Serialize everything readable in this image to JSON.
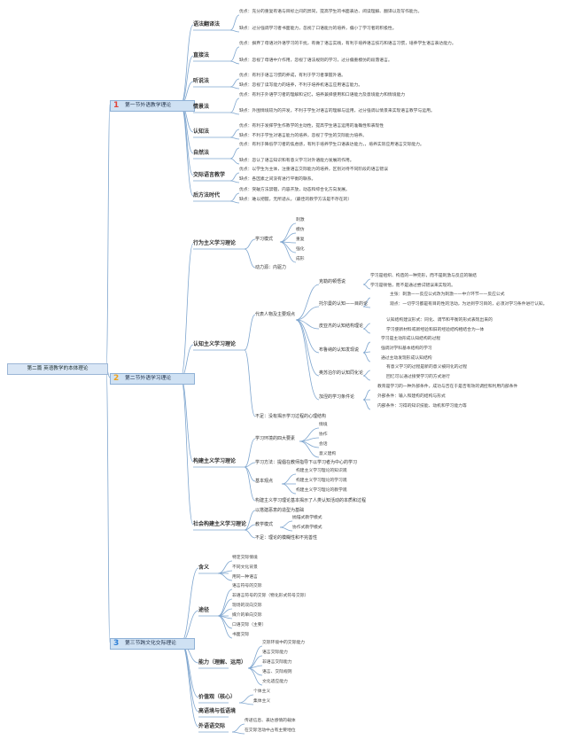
{
  "root": "第二篇 英语教学的本体理论",
  "sections": [
    {
      "num": "1",
      "num_color": "#e0433a",
      "title": "第一节外语教学理论",
      "children": [
        {
          "label": "语法翻译法",
          "items": [
            "优点：充分的重复有语与目标之间的异同，提高学生的书面表达、阅读理解、翻译以及写作能力。",
            "缺点：过分强调学习者书面能力，忽视了口语能力的培养，偏小了学习者的积极性。"
          ]
        },
        {
          "label": "直接法",
          "items": [
            "优点：摒弃了母语对外语学习的干扰，有做了语言实践，有利于培养语言技巧和语言习惯，培养学生语言表达能力。",
            "缺点：忽视了母语中介作用，忽视了语法规则的学习，过分偏重模仿的段落语言。"
          ]
        },
        {
          "label": "听说法",
          "items": [
            "优点：有利于语言习惯的养成，有利于学习者掌握外语。",
            "缺点：忽视了读写能力的培养，不利于培养机语言应用语言能力。"
          ]
        },
        {
          "label": "情景法",
          "items": [
            "优点：有利于外语学习者的理解和记忆，培养兼择使用和口语能力及意境能力和情境能力",
            "缺点：外围情境较为的开发，不利于学生对语言的理解与运用，过分强调以情景来实现语言教学与运用。"
          ]
        },
        {
          "label": "认知法",
          "items": [
            "优点：有利于发挥学生作教学的主动性，提高学生语言运用的准确性和表现性",
            "缺点：不利于学生对语言能力的培养，忽视了学生的交际能力培养。"
          ]
        },
        {
          "label": "自然法",
          "items": [
            "优点：有利于降低学习者的焦虑感，有利于培养学生口语表达能力，，培养实际应用语言交际能力。",
            "缺点：忽认了语言知识和有意义学习对外语能力发展的作用。"
          ]
        },
        {
          "label": "交际语言教学",
          "items": [
            "优点：以学生为主体，注重语言交际能力的培养，区别对待不同阶段的语言错误",
            "缺点：各因素之间没有进行平衡的联系。"
          ]
        },
        {
          "label": "后方法时代",
          "items": [
            "优点：突破方法禁锢，内容开放，动态和综合化方向发展。",
            "缺点：难以把握，无所适从。（最佳的教学方法是不存在的）"
          ]
        }
      ]
    },
    {
      "num": "2",
      "num_color": "#f0a21a",
      "title": "第二节外语学习理论",
      "behav_label": "行为主义学习理论",
      "behav_mode": "学习模式",
      "behav_mode_items": [
        "刺激",
        "模仿",
        "重复",
        "强化",
        "成形"
      ],
      "behav_power": "动力源：内驱力",
      "cog_label": "认知主义学习理论",
      "cog_rep": "代表人物及主要观点",
      "cog_groups": [
        {
          "label": "克勒的顿悟说",
          "items": [
            "学习是组织、构造的一种完形，而不是刺激与反应的联结",
            "学习是顿悟，而不是通过尝试错误来实现的。"
          ]
        },
        {
          "label": "托尔曼的认知——目的论",
          "items": [
            "主张：刺激——反应公式改为刺激——中介环节——反应公式",
            "观点：一切学习都是有目的性的活动，为达到学习目的，必须对学习条件进行认知。"
          ]
        },
        {
          "label": "皮亚杰的认知结构理论",
          "items": [
            "认知结构建议形式：同化、调节和平衡的形式表现出来的",
            "学习使新材料或新经验和旧的经验结构相结合为一体"
          ]
        },
        {
          "label": "布鲁纳的认知发现说",
          "items": [
            "学习是主动形成认知结构的过程",
            "强调对学科基本结构的学习",
            "通过主动发现形成认知结构"
          ]
        },
        {
          "label": "奥苏泊尔的认知同化论",
          "items": [
            "有意义学习的过程是新的意义被同化的过程",
            "回忆可以通过接受学习的方式进行"
          ]
        },
        {
          "label": "加涅的学习条件论",
          "items": [
            "教育是学习的一种外部条件，成功与否在于是否有效的调控和利用内部条件",
            "外部条件：输入和建构的结构与形式",
            "内部条件：习得的知识技能、动机和学习能力等"
          ]
        }
      ],
      "cog_lack": "不足：没有揭示学习过程的心理结构",
      "cons_label": "构建主义学习理论",
      "cons_env": "学习环境的四大要素",
      "cons_env_items": [
        "情境",
        "协作",
        "会话",
        "意义建构"
      ],
      "cons_method": "学习方法：提倡在教师指导下以学习者为中心的学习",
      "cons_basic": "基本观点",
      "cons_basic_items": [
        "构建主义学习理论的知识观",
        "构建主义学习理论的学习观",
        "构建主义学习理论的教学观"
      ],
      "cons_note": "构建主义学习理论基本揭示了人类认知活动的本质和过程",
      "soc_label": "社会构建主义学习理论",
      "soc_items": [
        "以搭建恶意的造型为基础",
        "不足：理论的模糊性和不完善性"
      ],
      "soc_mode": "教学模式",
      "soc_mode_items": [
        "抛锚式教学模式",
        "协作式教学模式"
      ]
    },
    {
      "num": "3",
      "num_color": "#2f7fd6",
      "title": "第三节跨文化交际理论",
      "groups": [
        {
          "label": "含义",
          "items": [
            "特定交际情境",
            "不同文化背景",
            "用同一种语言"
          ]
        },
        {
          "label": "途径",
          "items": [
            "语言符号的交际",
            "非语言符号的交际（物化形式符号交际）",
            "现场的双向交际",
            "媒介的单向交际",
            "口语交际（主要）",
            "书面交际"
          ]
        },
        {
          "label": "能力（理解、运用）",
          "items": [
            "交际环境中的交际能力",
            "语言交际能力",
            "非语言交际能力",
            "语言、交际规则",
            "文化适应能力"
          ]
        },
        {
          "label": "价值观（核心）",
          "items": [
            "个体主义",
            "集体主义"
          ]
        },
        {
          "label": "高语境与低语境",
          "items": []
        },
        {
          "label": "外语语交际",
          "items": [
            "传递信息、表达感情的载体",
            "在交际活动中占有主要地位"
          ]
        }
      ]
    }
  ]
}
